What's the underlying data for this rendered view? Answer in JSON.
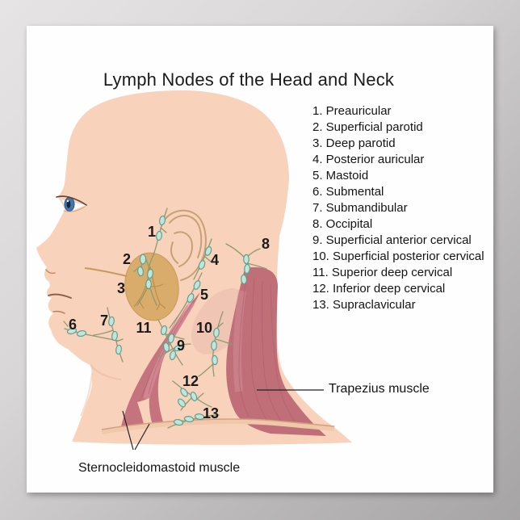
{
  "poster": {
    "title": "Lymph Nodes of the Head and Neck",
    "legend": {
      "items": [
        "1. Preauricular",
        "2. Superficial parotid",
        "3. Deep parotid",
        "4. Posterior auricular",
        "5. Mastoid",
        "6. Submental",
        "7. Submandibular",
        "8. Occipital",
        "9. Superficial anterior cervical",
        "10. Superficial posterior cervical",
        "11. Superior deep cervical",
        "12. Inferior deep cervical",
        "13. Supraclavicular"
      ]
    },
    "markers": [
      "1",
      "2",
      "3",
      "4",
      "5",
      "6",
      "7",
      "8",
      "9",
      "10",
      "11",
      "12",
      "13"
    ],
    "labels": {
      "trapezius": "Trapezius muscle",
      "scm": "Sternocleidomastoid muscle"
    },
    "colors": {
      "wall_light": "#e6e4e5",
      "wall_dark": "#a7a4a5",
      "poster_bg": "#fefefe",
      "text": "#141414",
      "skin": "#f8d2bb",
      "skin_shadow": "#eeb99c",
      "muscle": "#c5737d",
      "muscle_highlight": "#d995a0",
      "muscle_dark": "#a85a64",
      "parotid": "#d9ac6b",
      "parotid_lines": "#b98f4b",
      "ear_outline": "#c8a075",
      "lymph_node_fill": "#c2e5da",
      "lymph_node_stroke": "#5fa091",
      "lymph_vessel": "#8d9a6f",
      "iris_blue": "#4576b2"
    }
  }
}
